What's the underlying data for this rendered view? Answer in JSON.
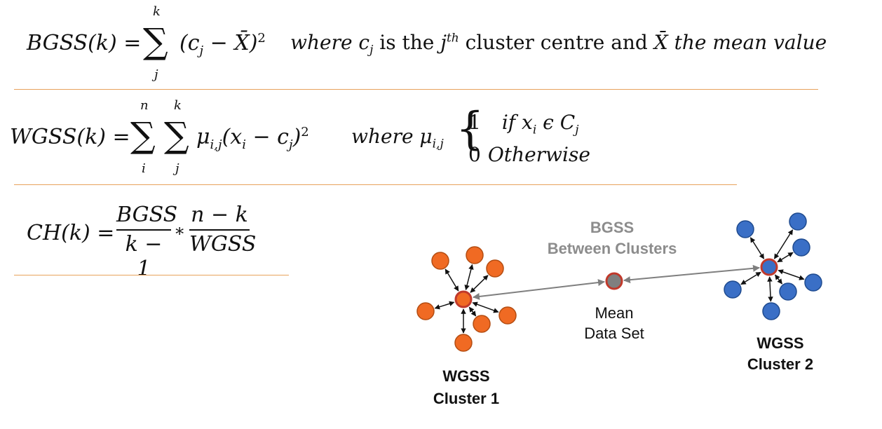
{
  "formulas": {
    "bgss": {
      "lhs": "BGSS(k) =",
      "sigma": "∑",
      "upper": "k",
      "lower": "j",
      "body": "(c",
      "body_sub": "j",
      "body_mid": " − ",
      "xbar": "X̄",
      "body_close": ")",
      "power": "2",
      "where": "where c",
      "where_sub": "j",
      "is_the": " is the ",
      "j": "j",
      "th": "th",
      "cluster_centre": " cluster centre and ",
      "xbar2": "X̄",
      "tail": " the mean value"
    },
    "wgss": {
      "lhs": "WGSS(k) =",
      "sigma1": "∑",
      "sigma2": "∑",
      "upper1": "n",
      "upper2": "k",
      "lower1": "i",
      "lower2": "j",
      "mu": "μ",
      "mu_sub": "i,j",
      "paren": "(x",
      "x_sub": "i",
      "minus_c": " − c",
      "c_sub": "j",
      "close": ")",
      "power": "2",
      "where": "where μ",
      "where_sub": "i,j",
      "case1_val": "1",
      "case1_cond": "if x",
      "case1_sub": "i",
      "case1_rest": " ϵ C",
      "case1_rest_sub": "j",
      "case2_val": "0",
      "case2_cond": "Otherwise"
    },
    "ch": {
      "lhs": "CH(k) =",
      "num1": "BGSS",
      "den1": "k − 1",
      "times": "∗",
      "num2": "n − k",
      "den2": "WGSS"
    }
  },
  "diagram": {
    "bgss_title": "BGSS",
    "bgss_subtitle": "Between Clusters",
    "mean_line1": "Mean",
    "mean_line2": "Data Set",
    "cluster1_line1": "WGSS",
    "cluster1_line2": "Cluster 1",
    "cluster2_line1": "WGSS",
    "cluster2_line2": "Cluster 2",
    "colors": {
      "orange": "#f06a23",
      "blue": "#3a6fc6",
      "grey": "#7f7f7f",
      "center_ring": "#c0392b",
      "rule": "#e8a25c",
      "label_grey": "#8c8c8c"
    }
  }
}
